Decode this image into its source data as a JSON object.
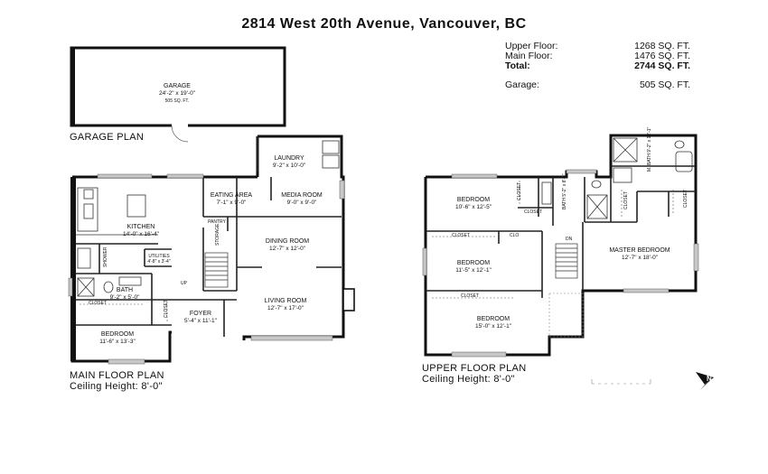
{
  "title": "2814 West 20th Avenue, Vancouver, BC",
  "areas": [
    {
      "label": "Upper Floor:",
      "value": "1268 SQ. FT."
    },
    {
      "label": "Main Floor:",
      "value": "1476 SQ. FT."
    },
    {
      "label": "Total:",
      "value": "2744 SQ. FT."
    },
    {
      "label": "Garage:",
      "value": "505 SQ. FT."
    }
  ],
  "garage": {
    "caption": "GARAGE PLAN",
    "room": {
      "name": "GARAGE",
      "dim": "24'-2\" x 19'-0\"",
      "area": "505 SQ. FT."
    }
  },
  "main_floor": {
    "caption": "MAIN FLOOR PLAN",
    "ceiling": "Ceiling Height: 8'-0\"",
    "rooms": {
      "laundry": {
        "name": "LAUNDRY",
        "dim": "9'-2\" x 10'-0\""
      },
      "eating": {
        "name": "EATING AREA",
        "dim": "7'-1\" x 9'-0\""
      },
      "media": {
        "name": "MEDIA ROOM",
        "dim": "9'-0\" x 9'-0\""
      },
      "kitchen": {
        "name": "KITCHEN",
        "dim": "14'-0\" x 16'-4\""
      },
      "pantry": {
        "name": "PANTRY"
      },
      "storage": {
        "name": "STORAGE"
      },
      "dining": {
        "name": "DINING ROOM",
        "dim": "12'-7\" x 12'-0\""
      },
      "utilities": {
        "name": "UTILITIES",
        "dim": "4'-8\" x 3'-4\""
      },
      "living": {
        "name": "LIVING ROOM",
        "dim": "12'-7\" x 17'-0\""
      },
      "bath": {
        "name": "BATH",
        "dim": "9'-2\" x 5'-0\""
      },
      "foyer": {
        "name": "FOYER",
        "dim": "5'-4\" x 11'-1\""
      },
      "bedroom": {
        "name": "BEDROOM",
        "dim": "11'-6\" x 13'-3\""
      },
      "closet": {
        "name": "CLOSET"
      },
      "closet2": {
        "name": "CLOSET"
      },
      "shower": {
        "name": "SHOWER"
      },
      "up": {
        "name": "UP"
      }
    }
  },
  "upper_floor": {
    "caption": "UPPER FLOOR PLAN",
    "ceiling": "Ceiling Height: 8'-0\"",
    "rooms": {
      "bed1": {
        "name": "BEDROOM",
        "dim": "10'-6\" x 12'-5\""
      },
      "bath": {
        "name": "BATH",
        "dim": "5'-2\" x 8'-0\""
      },
      "m_bath": {
        "name": "M. BATH",
        "dim": "9'-2\" x 12'-1\""
      },
      "bed2": {
        "name": "BEDROOM",
        "dim": "11'-5\" x 12'-1\""
      },
      "master": {
        "name": "MASTER BEDROOM",
        "dim": "12'-7\" x 18'-0\""
      },
      "bed3": {
        "name": "BEDROOM",
        "dim": "15'-0\" x 12'-1\""
      },
      "closet_a": {
        "name": "CLOSET"
      },
      "closet_b": {
        "name": "CLOSET"
      },
      "closet_c": {
        "name": "CLOSET"
      },
      "closet_d": {
        "name": "CLOSET"
      },
      "closet_e": {
        "name": "CLOSET"
      },
      "closet_f": {
        "name": "CLOSET"
      },
      "clo": {
        "name": "CLO"
      },
      "dn": {
        "name": "DN"
      }
    }
  },
  "colors": {
    "wall": "#111111",
    "window": "#b8b8b8",
    "line": "#444444"
  },
  "icons": [
    "north-arrow-icon",
    "scale-bar-icon"
  ]
}
